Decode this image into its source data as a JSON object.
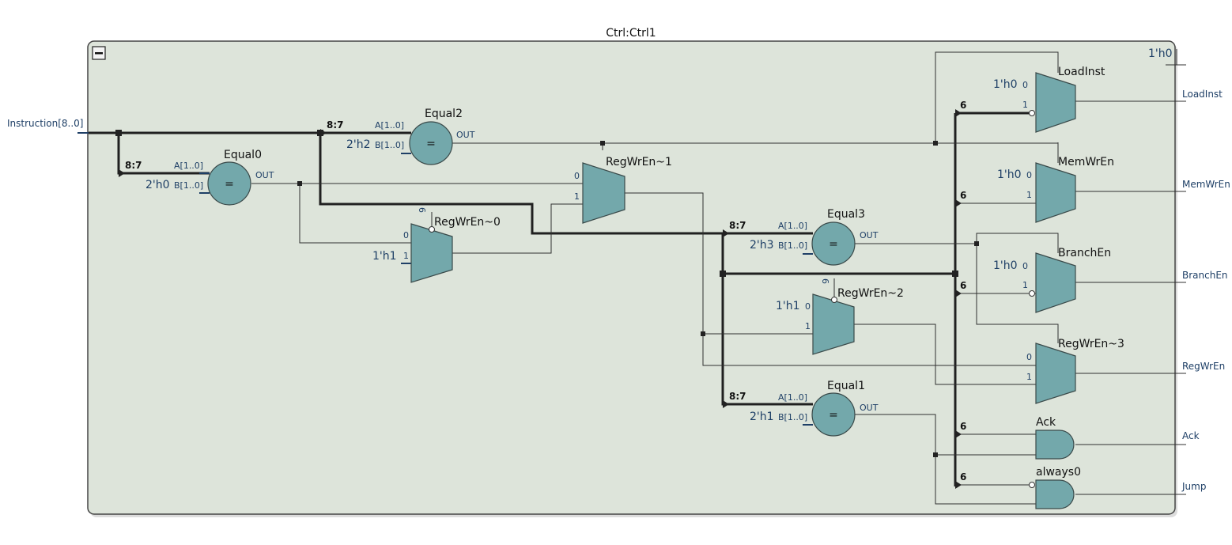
{
  "title": "Ctrl:Ctrl1",
  "collapse_icon": "minus-icon",
  "inputs": {
    "instruction": "Instruction[8..0]"
  },
  "outputs": [
    "LoadInst",
    "MemWrEn",
    "BranchEn",
    "RegWrEn",
    "Ack",
    "Jump"
  ],
  "top_const": "1'h0",
  "slices": {
    "s87": "8:7",
    "s6": "6"
  },
  "ports": {
    "a": "A[1..0]",
    "b": "B[1..0]",
    "out": "OUT",
    "in0": "0",
    "in1": "1",
    "eq": "="
  },
  "comparators": [
    {
      "name": "Equal0",
      "const": "2'h0"
    },
    {
      "name": "Equal2",
      "const": "2'h2"
    },
    {
      "name": "Equal3",
      "const": "2'h3"
    },
    {
      "name": "Equal1",
      "const": "2'h1"
    }
  ],
  "muxes": [
    {
      "name": "RegWrEn~0",
      "const": "1'h1"
    },
    {
      "name": "RegWrEn~1",
      "const": ""
    },
    {
      "name": "RegWrEn~2",
      "const": "1'h1"
    },
    {
      "name": "LoadInst",
      "const": "1'h0"
    },
    {
      "name": "MemWrEn",
      "const": "1'h0"
    },
    {
      "name": "BranchEn",
      "const": "1'h0"
    },
    {
      "name": "RegWrEn~3",
      "const": ""
    }
  ],
  "and_gates": [
    {
      "name": "Ack"
    },
    {
      "name": "always0"
    }
  ]
}
